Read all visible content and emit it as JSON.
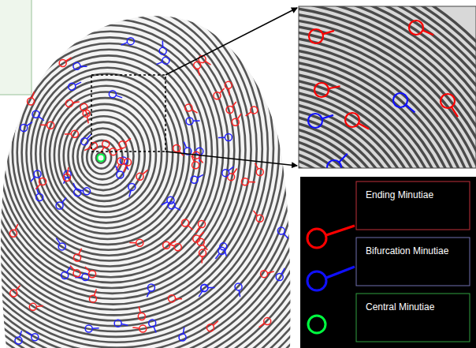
{
  "diagram": {
    "legend": [
      {
        "text": "Ending Minutiae"
      },
      {
        "text": "Bifurcation Minutiae"
      },
      {
        "text": "Central Minutiae"
      }
    ]
  }
}
